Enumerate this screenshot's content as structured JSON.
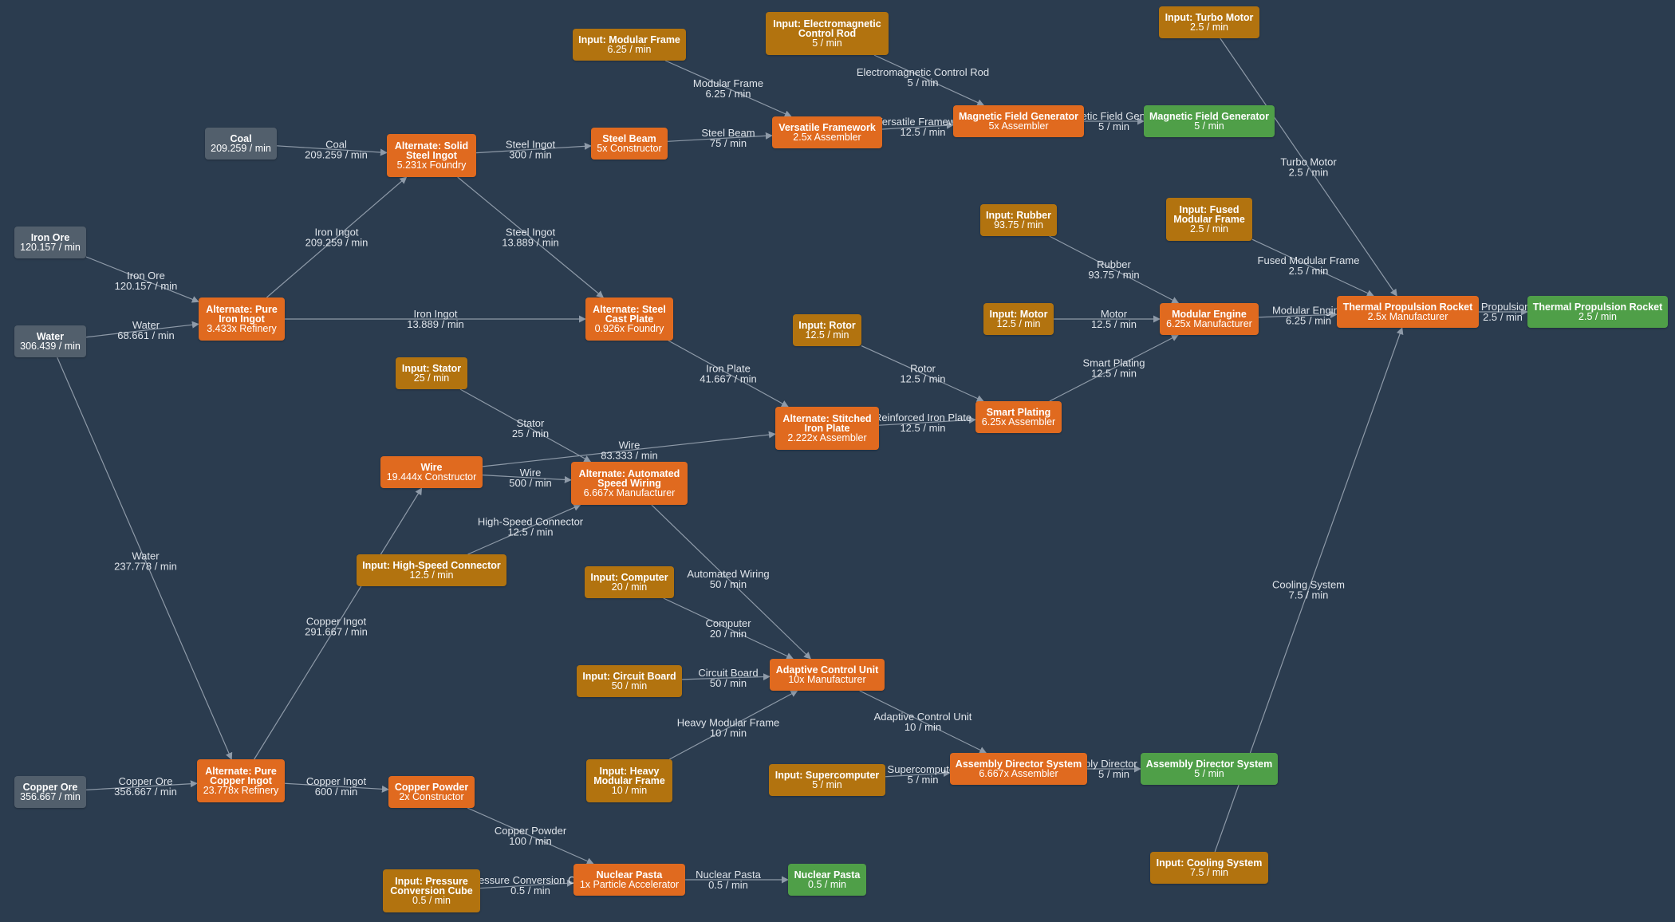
{
  "colors": {
    "background": "#2b3c4f",
    "edge": "#8e9aa8",
    "raw_resource": "#525f6c",
    "input": "#b2730f",
    "recipe": "#e06a1f",
    "output": "#4f9f48"
  },
  "nodes": [
    {
      "id": "coal",
      "kind": "raw",
      "title": "Coal",
      "sub": "209.259 / min"
    },
    {
      "id": "iron_ore",
      "kind": "raw",
      "title": "Iron Ore",
      "sub": "120.157 / min"
    },
    {
      "id": "water",
      "kind": "raw",
      "title": "Water",
      "sub": "306.439 / min"
    },
    {
      "id": "copper_ore",
      "kind": "raw",
      "title": "Copper Ore",
      "sub": "356.667 / min"
    },
    {
      "id": "solid_steel",
      "kind": "recipe",
      "title": "Alternate: Solid Steel Ingot",
      "sub": "5.231x Foundry"
    },
    {
      "id": "pure_iron",
      "kind": "recipe",
      "title": "Alternate: Pure Iron Ingot",
      "sub": "3.433x Refinery"
    },
    {
      "id": "pure_copper",
      "kind": "recipe",
      "title": "Alternate: Pure Copper Ingot",
      "sub": "23.778x Refinery"
    },
    {
      "id": "in_stator",
      "kind": "input",
      "title": "Input: Stator",
      "sub": "25 / min"
    },
    {
      "id": "wire",
      "kind": "recipe",
      "title": "Wire",
      "sub": "19.444x Constructor"
    },
    {
      "id": "in_hsc",
      "kind": "input",
      "title": "Input: High-Speed Connector",
      "sub": "12.5 / min"
    },
    {
      "id": "copper_powder",
      "kind": "recipe",
      "title": "Copper Powder",
      "sub": "2x Constructor"
    },
    {
      "id": "in_pcc",
      "kind": "input",
      "title": "Input: Pressure Conversion Cube",
      "sub": "0.5 / min"
    },
    {
      "id": "in_modframe",
      "kind": "input",
      "title": "Input: Modular Frame",
      "sub": "6.25 / min"
    },
    {
      "id": "steel_beam",
      "kind": "recipe",
      "title": "Steel Beam",
      "sub": "5x Constructor"
    },
    {
      "id": "steel_cast_plate",
      "kind": "recipe",
      "title": "Alternate: Steel Cast Plate",
      "sub": "0.926x Foundry"
    },
    {
      "id": "auto_speed_wiring",
      "kind": "recipe",
      "title": "Alternate: Automated Speed Wiring",
      "sub": "6.667x Manufacturer"
    },
    {
      "id": "in_computer",
      "kind": "input",
      "title": "Input: Computer",
      "sub": "20 / min"
    },
    {
      "id": "in_circuit",
      "kind": "input",
      "title": "Input: Circuit Board",
      "sub": "50 / min"
    },
    {
      "id": "in_hmf",
      "kind": "input",
      "title": "Input: Heavy Modular Frame",
      "sub": "10 / min"
    },
    {
      "id": "nuclear_pasta",
      "kind": "recipe",
      "title": "Nuclear Pasta",
      "sub": "1x Particle Accelerator"
    },
    {
      "id": "in_emcr",
      "kind": "input",
      "title": "Input: Electromagnetic Control Rod",
      "sub": "5 / min"
    },
    {
      "id": "versatile",
      "kind": "recipe",
      "title": "Versatile Framework",
      "sub": "2.5x Assembler"
    },
    {
      "id": "in_rotor",
      "kind": "input",
      "title": "Input: Rotor",
      "sub": "12.5 / min"
    },
    {
      "id": "stitched",
      "kind": "recipe",
      "title": "Alternate: Stitched Iron Plate",
      "sub": "2.222x Assembler"
    },
    {
      "id": "acu",
      "kind": "recipe",
      "title": "Adaptive Control Unit",
      "sub": "10x Manufacturer"
    },
    {
      "id": "in_supercomputer",
      "kind": "input",
      "title": "Input: Supercomputer",
      "sub": "5 / min"
    },
    {
      "id": "out_nuclear_pasta",
      "kind": "output",
      "title": "Nuclear Pasta",
      "sub": "0.5 / min"
    },
    {
      "id": "mfg",
      "kind": "recipe",
      "title": "Magnetic Field Generator",
      "sub": "5x Assembler"
    },
    {
      "id": "in_rubber",
      "kind": "input",
      "title": "Input: Rubber",
      "sub": "93.75 / min"
    },
    {
      "id": "in_motor",
      "kind": "input",
      "title": "Input: Motor",
      "sub": "12.5 / min"
    },
    {
      "id": "smart_plating",
      "kind": "recipe",
      "title": "Smart Plating",
      "sub": "6.25x Assembler"
    },
    {
      "id": "ads",
      "kind": "recipe",
      "title": "Assembly Director System",
      "sub": "6.667x Assembler"
    },
    {
      "id": "in_turbo",
      "kind": "input",
      "title": "Input: Turbo Motor",
      "sub": "2.5 / min"
    },
    {
      "id": "out_mfg",
      "kind": "output",
      "title": "Magnetic Field Generator",
      "sub": "5 / min"
    },
    {
      "id": "in_fmf",
      "kind": "input",
      "title": "Input: Fused Modular Frame",
      "sub": "2.5 / min"
    },
    {
      "id": "modular_engine",
      "kind": "recipe",
      "title": "Modular Engine",
      "sub": "6.25x Manufacturer"
    },
    {
      "id": "out_ads",
      "kind": "output",
      "title": "Assembly Director System",
      "sub": "5 / min"
    },
    {
      "id": "in_cooling",
      "kind": "input",
      "title": "Input: Cooling System",
      "sub": "7.5 / min"
    },
    {
      "id": "tpr",
      "kind": "recipe",
      "title": "Thermal Propulsion Rocket",
      "sub": "2.5x Manufacturer"
    },
    {
      "id": "out_tpr",
      "kind": "output",
      "title": "Thermal Propulsion Rocket",
      "sub": "2.5 / min"
    }
  ],
  "edges": [
    {
      "from": "coal",
      "to": "solid_steel",
      "label": "Coal",
      "rate": "209.259 / min"
    },
    {
      "from": "iron_ore",
      "to": "pure_iron",
      "label": "Iron Ore",
      "rate": "120.157 / min"
    },
    {
      "from": "water",
      "to": "pure_iron",
      "label": "Water",
      "rate": "68.661 / min"
    },
    {
      "from": "water",
      "to": "pure_copper",
      "label": "Water",
      "rate": "237.778 / min"
    },
    {
      "from": "copper_ore",
      "to": "pure_copper",
      "label": "Copper Ore",
      "rate": "356.667 / min"
    },
    {
      "from": "pure_iron",
      "to": "solid_steel",
      "label": "Iron Ingot",
      "rate": "209.259 / min"
    },
    {
      "from": "pure_iron",
      "to": "steel_cast_plate",
      "label": "Iron Ingot",
      "rate": "13.889 / min"
    },
    {
      "from": "solid_steel",
      "to": "steel_beam",
      "label": "Steel Ingot",
      "rate": "300 / min"
    },
    {
      "from": "solid_steel",
      "to": "steel_cast_plate",
      "label": "Steel Ingot",
      "rate": "13.889 / min"
    },
    {
      "from": "pure_copper",
      "to": "wire",
      "label": "Copper Ingot",
      "rate": "291.667 / min"
    },
    {
      "from": "pure_copper",
      "to": "copper_powder",
      "label": "Copper Ingot",
      "rate": "600 / min"
    },
    {
      "from": "in_stator",
      "to": "auto_speed_wiring",
      "label": "Stator",
      "rate": "25 / min"
    },
    {
      "from": "wire",
      "to": "stitched",
      "label": "Wire",
      "rate": "83.333 / min"
    },
    {
      "from": "wire",
      "to": "auto_speed_wiring",
      "label": "Wire",
      "rate": "500 / min"
    },
    {
      "from": "in_hsc",
      "to": "auto_speed_wiring",
      "label": "High-Speed Connector",
      "rate": "12.5 / min"
    },
    {
      "from": "copper_powder",
      "to": "nuclear_pasta",
      "label": "Copper Powder",
      "rate": "100 / min"
    },
    {
      "from": "in_pcc",
      "to": "nuclear_pasta",
      "label": "Pressure Conversion Cube",
      "rate": "0.5 / min"
    },
    {
      "from": "in_modframe",
      "to": "versatile",
      "label": "Modular Frame",
      "rate": "6.25 / min"
    },
    {
      "from": "steel_beam",
      "to": "versatile",
      "label": "Steel Beam",
      "rate": "75 / min"
    },
    {
      "from": "steel_cast_plate",
      "to": "stitched",
      "label": "Iron Plate",
      "rate": "41.667 / min"
    },
    {
      "from": "auto_speed_wiring",
      "to": "acu",
      "label": "Automated Wiring",
      "rate": "50 / min"
    },
    {
      "from": "in_computer",
      "to": "acu",
      "label": "Computer",
      "rate": "20 / min"
    },
    {
      "from": "in_circuit",
      "to": "acu",
      "label": "Circuit Board",
      "rate": "50 / min"
    },
    {
      "from": "in_hmf",
      "to": "acu",
      "label": "Heavy Modular Frame",
      "rate": "10 / min"
    },
    {
      "from": "nuclear_pasta",
      "to": "out_nuclear_pasta",
      "label": "Nuclear Pasta",
      "rate": "0.5 / min"
    },
    {
      "from": "in_emcr",
      "to": "mfg",
      "label": "Electromagnetic Control Rod",
      "rate": "5 / min"
    },
    {
      "from": "versatile",
      "to": "mfg",
      "label": "Versatile Framework",
      "rate": "12.5 / min"
    },
    {
      "from": "in_rotor",
      "to": "smart_plating",
      "label": "Rotor",
      "rate": "12.5 / min"
    },
    {
      "from": "stitched",
      "to": "smart_plating",
      "label": "Reinforced Iron Plate",
      "rate": "12.5 / min"
    },
    {
      "from": "acu",
      "to": "ads",
      "label": "Adaptive Control Unit",
      "rate": "10 / min"
    },
    {
      "from": "in_supercomputer",
      "to": "ads",
      "label": "Supercomputer",
      "rate": "5 / min"
    },
    {
      "from": "mfg",
      "to": "out_mfg",
      "label": "Magnetic Field Generator",
      "rate": "5 / min"
    },
    {
      "from": "in_rubber",
      "to": "modular_engine",
      "label": "Rubber",
      "rate": "93.75 / min"
    },
    {
      "from": "in_motor",
      "to": "modular_engine",
      "label": "Motor",
      "rate": "12.5 / min"
    },
    {
      "from": "smart_plating",
      "to": "modular_engine",
      "label": "Smart Plating",
      "rate": "12.5 / min"
    },
    {
      "from": "ads",
      "to": "out_ads",
      "label": "Assembly Director System",
      "rate": "5 / min"
    },
    {
      "from": "in_turbo",
      "to": "tpr",
      "label": "Turbo Motor",
      "rate": "2.5 / min"
    },
    {
      "from": "in_fmf",
      "to": "tpr",
      "label": "Fused Modular Frame",
      "rate": "2.5 / min"
    },
    {
      "from": "modular_engine",
      "to": "tpr",
      "label": "Modular Engine",
      "rate": "6.25 / min"
    },
    {
      "from": "in_cooling",
      "to": "tpr",
      "label": "Cooling System",
      "rate": "7.5 / min"
    },
    {
      "from": "tpr",
      "to": "out_tpr",
      "label": "Thermal Propulsion Rocket",
      "rate": "2.5 / min"
    }
  ]
}
